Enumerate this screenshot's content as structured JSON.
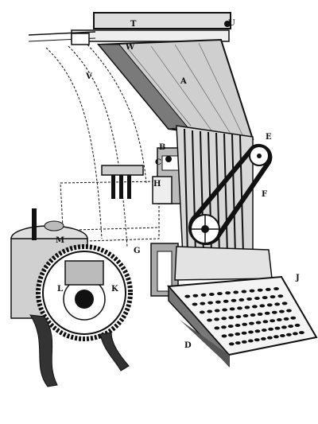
{
  "figure": {
    "callouts": [
      {
        "id": "T",
        "text": "T"
      },
      {
        "id": "U",
        "text": "U"
      },
      {
        "id": "W",
        "text": "W"
      },
      {
        "id": "V",
        "text": "V"
      },
      {
        "id": "A",
        "text": "A"
      },
      {
        "id": "B",
        "text": "B"
      },
      {
        "id": "C",
        "text": "C"
      },
      {
        "id": "E",
        "text": "E"
      },
      {
        "id": "F",
        "text": "F"
      },
      {
        "id": "H",
        "text": "H"
      },
      {
        "id": "M",
        "text": "M"
      },
      {
        "id": "L",
        "text": "L"
      },
      {
        "id": "K",
        "text": "K"
      },
      {
        "id": "G",
        "text": "G"
      },
      {
        "id": "J",
        "text": "J"
      },
      {
        "id": "D",
        "text": "D"
      }
    ],
    "colors": {
      "ink": "#111111",
      "paper": "#ffffff",
      "shade": "#9a9a9a"
    },
    "parts": [
      "top-frame-icon",
      "magazine-icon",
      "guide-rails-icon",
      "distributor-icon",
      "matrix-channels-icon",
      "belt-drive-icon",
      "keyboard-icon",
      "mould-wheel-icon",
      "melting-pot-icon",
      "machine-base-icon"
    ]
  }
}
